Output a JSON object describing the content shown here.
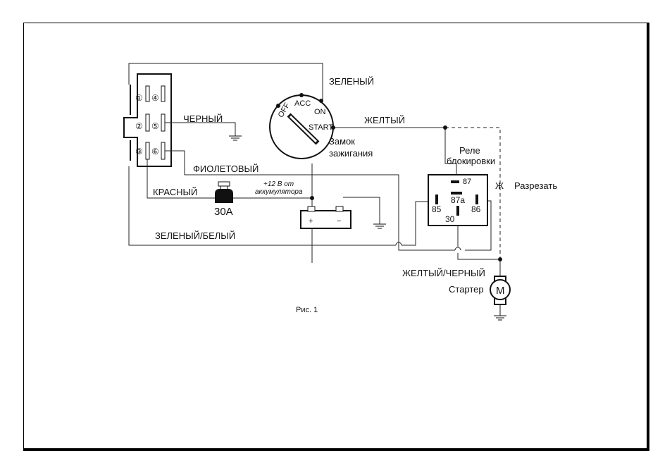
{
  "labels": {
    "green": "ЗЕЛЕНЫЙ",
    "black": "ЧЕРНЫЙ",
    "yellow": "ЖЕЛТЫЙ",
    "violet": "ФИОЛЕТОВЫЙ",
    "red": "КРАСНЫЙ",
    "green_white": "ЗЕЛЕНЫЙ/БЕЛЫЙ",
    "yellow_black": "ЖЕЛТЫЙ/ЧЕРНЫЙ",
    "cut": "Разрезать",
    "cut_mark": "Ж",
    "ignition_line1": "Замок",
    "ignition_line2": "зажигания",
    "relay_line1": "Реле",
    "relay_line2": "блокировки",
    "starter": "Стартер",
    "motor": "M",
    "fuse": "30А",
    "battery_line1": "+12 В от",
    "battery_line2": "аккумулятора",
    "caption": "Рис. 1"
  },
  "ignition": {
    "off": "OFF",
    "acc": "ACC",
    "on": "ON",
    "start": "START"
  },
  "relay_pins": {
    "p87": "87",
    "p87a": "87a",
    "p85": "85",
    "p86": "86",
    "p30": "30"
  },
  "connector_pins": [
    "①",
    "④",
    "②",
    "⑤",
    "③",
    "⑥"
  ],
  "battery_terminals": {
    "plus": "+",
    "minus": "−"
  }
}
